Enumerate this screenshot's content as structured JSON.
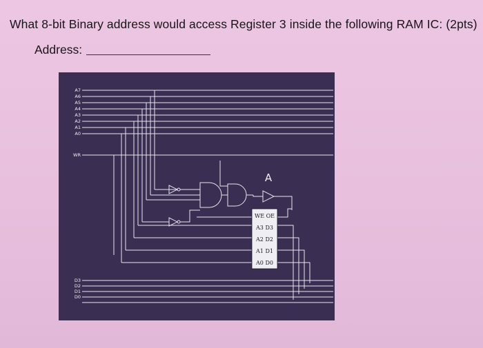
{
  "question": "What 8-bit Binary address would access Register 3 inside the following RAM IC: (2pts)",
  "address_label": "Address:",
  "address_value": "",
  "diagram": {
    "address_pins": [
      "A7",
      "A6",
      "A5",
      "A4",
      "A3",
      "A2",
      "A1",
      "A0"
    ],
    "wr_pin": "WR",
    "data_pins": [
      "D3",
      "D2",
      "D1",
      "D0"
    ],
    "chip_label": "A",
    "chip_rows": [
      "WE OE",
      "A3 D3",
      "A2 D2",
      "A1 D1",
      "A0 D0"
    ],
    "colors": {
      "background": "#3a2f52",
      "line": "#e8e4ee",
      "text": "#f2f0f6",
      "chip_fill": "#efeef2",
      "chip_text": "#1a1720"
    }
  }
}
